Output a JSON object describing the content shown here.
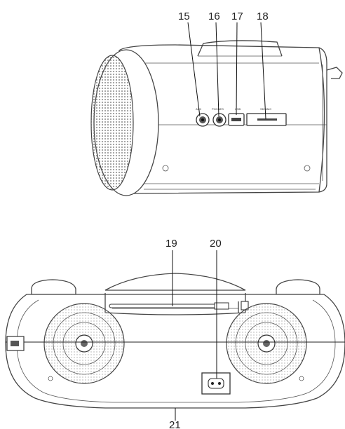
{
  "callouts": {
    "c15": "15",
    "c16": "16",
    "c17": "17",
    "c18": "18",
    "c19": "19",
    "c20": "20",
    "c21": "21"
  },
  "port_labels": {
    "aux": "AUX",
    "phones": "PHONES",
    "usb": "USB",
    "sd": "SD/MMC"
  },
  "colors": {
    "line": "#444444",
    "text": "#222222",
    "background": "#ffffff"
  },
  "icons": [
    "speaker-grille",
    "headphones-icon",
    "usb-icon",
    "sd-card-icon",
    "ac-socket",
    "telescopic-antenna"
  ]
}
